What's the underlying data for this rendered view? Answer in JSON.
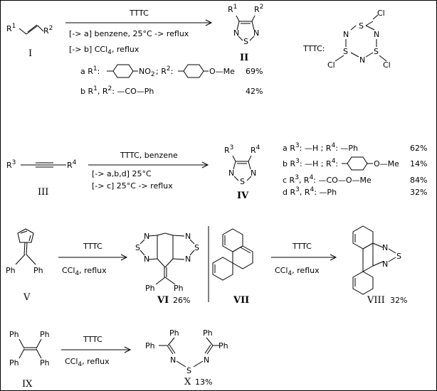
{
  "reagent": {
    "full": "TTTC",
    "short": "TTTC:",
    "structure_atoms": {
      "s": "S",
      "n": "N",
      "cl": "Cl"
    }
  },
  "scheme1": {
    "substituents": {
      "r1": "R",
      "r1_sup": "1",
      "r2": "R",
      "r2_sup": "2"
    },
    "start_label": "I",
    "cond_a": "[-> a] benzene, 25°C -> reflux",
    "cond_b_pre": "[-> b] CCl",
    "cond_b_sub": "4",
    "cond_b_post": ",  reflux",
    "product_label": "II",
    "ring_atoms": {
      "s": "S",
      "n": "N"
    },
    "variant_a": {
      "text1": "a R",
      "sup1": "1",
      "text2": ":",
      "text3": "; R",
      "sup2": "2",
      "text4": ":",
      "g1": "NO",
      "g1_sub": "2",
      "g2": "O—Me",
      "yield": "69%"
    },
    "variant_b": {
      "text": "b R",
      "sup1": "1",
      "text2": ", R",
      "sup2": "2",
      "text3": ": —CO—Ph",
      "yield": "42%"
    }
  },
  "scheme2": {
    "start": {
      "r3": "R",
      "r3_sup": "3",
      "r4": "R",
      "r4_sup": "4"
    },
    "start_label": "III",
    "cond_top": "TTTC,  benzene",
    "cond_1": "[-> a,b,d]  25°C",
    "cond_2": "[-> c]  25°C -> reflux",
    "product_label": "IV",
    "variants": [
      {
        "pre": "a R",
        "s1": "3",
        "mid": ": —H ; R",
        "s2": "4",
        "post": ": —Ph",
        "yield": "62%"
      },
      {
        "pre": "b R",
        "s1": "3",
        "mid": ": —H ; R",
        "s2": "4",
        "post": ":",
        "ome": "O—Me",
        "yield": "14%"
      },
      {
        "pre": "c R",
        "s1": "3",
        "mid": ", R",
        "s2": "4",
        "post": ": —CO—O—Me",
        "yield": "84%"
      },
      {
        "pre": "d R",
        "s1": "3",
        "mid": ", R",
        "s2": "4",
        "post": ": —Ph",
        "yield": "32%"
      }
    ]
  },
  "scheme3": {
    "ph": "Ph",
    "start_label": "V",
    "cond_top": "TTTC",
    "cond_pre": "CCl",
    "cond_sub": "4",
    "cond_post": ",  reflux",
    "product_label": "VI",
    "yield": "26%"
  },
  "scheme4": {
    "start_label": "VII",
    "cond_top": "TTTC",
    "cond_pre": "CCl",
    "cond_sub": "4",
    "cond_post": ",  reflux",
    "product_label": "VIII",
    "yield": "32%"
  },
  "scheme5": {
    "ph": "Ph",
    "start_label": "IX",
    "cond_top": "TTTC",
    "cond_pre": "CCl",
    "cond_sub": "4",
    "cond_post": ",  reflux",
    "product_label": "X",
    "yield": "13%"
  }
}
